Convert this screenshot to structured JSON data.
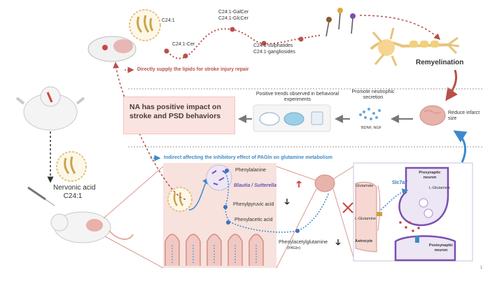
{
  "lipids": {
    "c24_1": "C24:1",
    "cer": "C24:1-Cer",
    "galcer": "C24:1-GalCer",
    "glccer": "C24:1-GlcCer",
    "sulph": "C24:1-sulphatides",
    "gang": "C24:1-gangliosides"
  },
  "remyelination": "Remyelination",
  "direct_path": "Directly supply the lipids for stroke injury repair",
  "indirect_path": "Indirect affecting the inhibitory effect of PAGln on glutamine metabolism",
  "impact": "NA has positive impact on stroke and PSD behaviors",
  "trends": "Positive trends observed in behavioral experiments",
  "neurotrophic": "Promote neutrophic secretion",
  "bdnf": "BDNF, NGF",
  "reduce": "Reduce infarct size",
  "nervonic": {
    "line1": "Nervonic acid",
    "line2": "C24:1"
  },
  "gut": {
    "phe": "Phenylalanine",
    "bact": "Blautia / Sutterella",
    "ppa": "Phenylpyruvic acid",
    "paa": "Phenylacetic acid",
    "pagln": "Phenylacetylglutamine",
    "pagln_abbr": "(PAGln)"
  },
  "synapse": {
    "glutamate": "Glutamate",
    "lglut_astro": "L-Glutamine",
    "astrocyte": "Astrocyte",
    "slc": "Slc7a7",
    "pre": "Presynaptic neuron",
    "lglut_pre": "L-Glutamine",
    "post": "Postsynaptic neuron"
  },
  "colors": {
    "red_arrow": "#b8504a",
    "blue_arrow": "#3e8ac9",
    "lavender": "#ece6f5",
    "pink_panel": "#f7e2dd",
    "purple": "#7a4fb0"
  }
}
